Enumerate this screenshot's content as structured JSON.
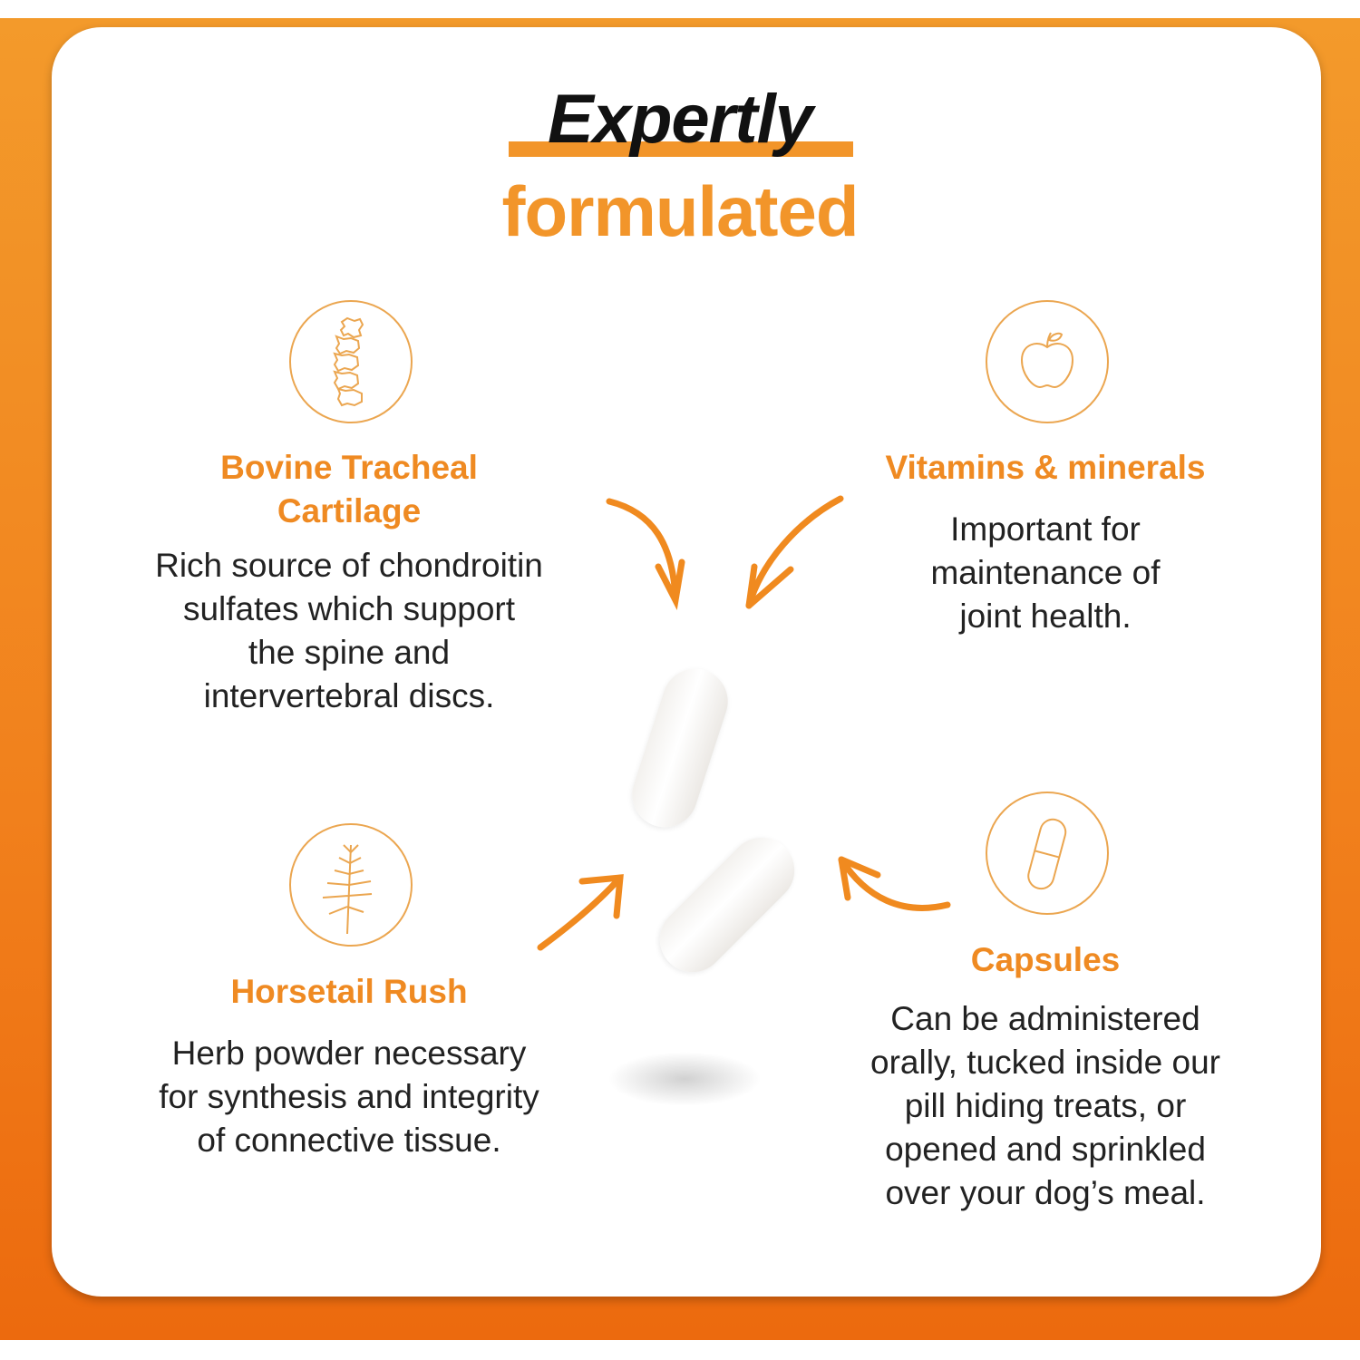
{
  "title": {
    "line1": "Expertly",
    "line2": "formulated"
  },
  "colors": {
    "accent": "#f2952a",
    "frame_top": "#f39a2b",
    "frame_bottom": "#ec6a0e",
    "text": "#222222"
  },
  "features": [
    {
      "icon": "spine-icon",
      "heading": "Bovine Tracheal Cartilage",
      "heading_line1": "Bovine Tracheal",
      "heading_line2": "Cartilage",
      "lines": [
        "Rich source of chondroitin",
        "sulfates which support",
        "the spine and",
        "intervertebral discs."
      ]
    },
    {
      "icon": "apple-icon",
      "heading": "Vitamins & minerals",
      "lines": [
        "Important for",
        "maintenance of",
        "joint health."
      ]
    },
    {
      "icon": "horsetail-plant-icon",
      "heading": "Horsetail Rush",
      "lines": [
        "Herb powder necessary",
        "for synthesis and integrity",
        "of connective tissue."
      ]
    },
    {
      "icon": "capsule-icon",
      "heading": "Capsules",
      "lines": [
        "Can be administered",
        "orally, tucked inside our",
        "pill hiding treats, or",
        "opened and sprinkled",
        "over your dog’s meal."
      ]
    }
  ]
}
